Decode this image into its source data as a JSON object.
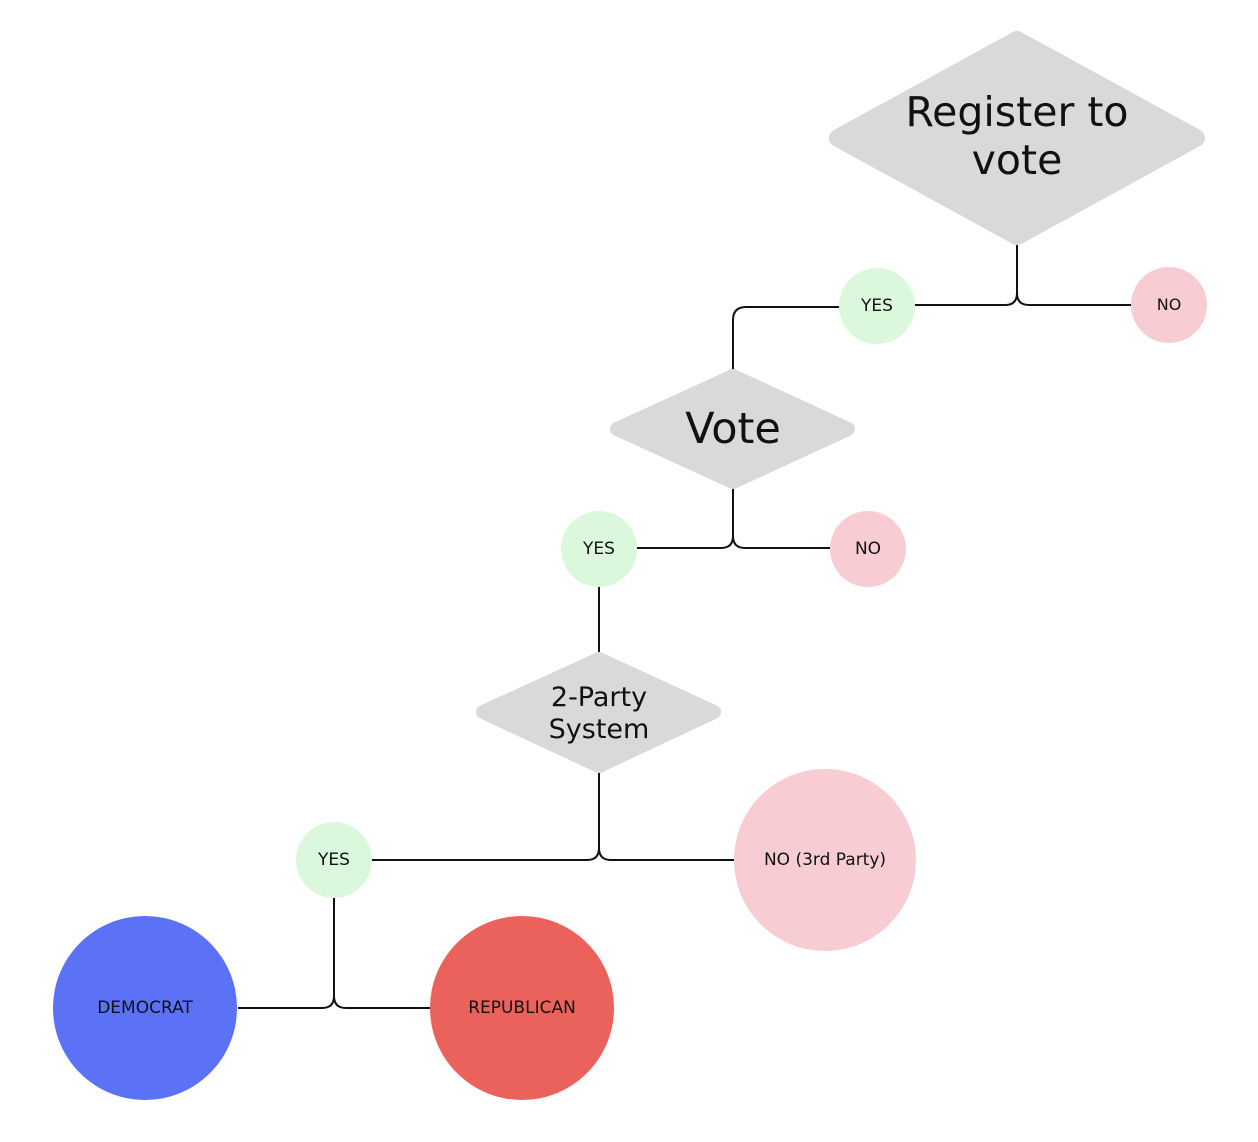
{
  "colors": {
    "diamond": "#d9d9d9",
    "yes": "#dcf8dc",
    "no": "#f7cdd3",
    "democrat": "#5b72f6",
    "republican": "#eb625d",
    "line": "#111111"
  },
  "diagram": {
    "register": {
      "label_line1": "Register to",
      "label_line2": "vote"
    },
    "register_yes": {
      "label": "YES"
    },
    "register_no": {
      "label": "NO"
    },
    "vote": {
      "label": "Vote"
    },
    "vote_yes": {
      "label": "YES"
    },
    "vote_no": {
      "label": "NO"
    },
    "two_party": {
      "label_line1": "2-Party",
      "label_line2": "System"
    },
    "two_party_yes": {
      "label": "YES"
    },
    "third_party": {
      "label": "NO (3rd Party)"
    },
    "democrat": {
      "label": "DEMOCRAT"
    },
    "republican": {
      "label": "REPUBLICAN"
    }
  }
}
